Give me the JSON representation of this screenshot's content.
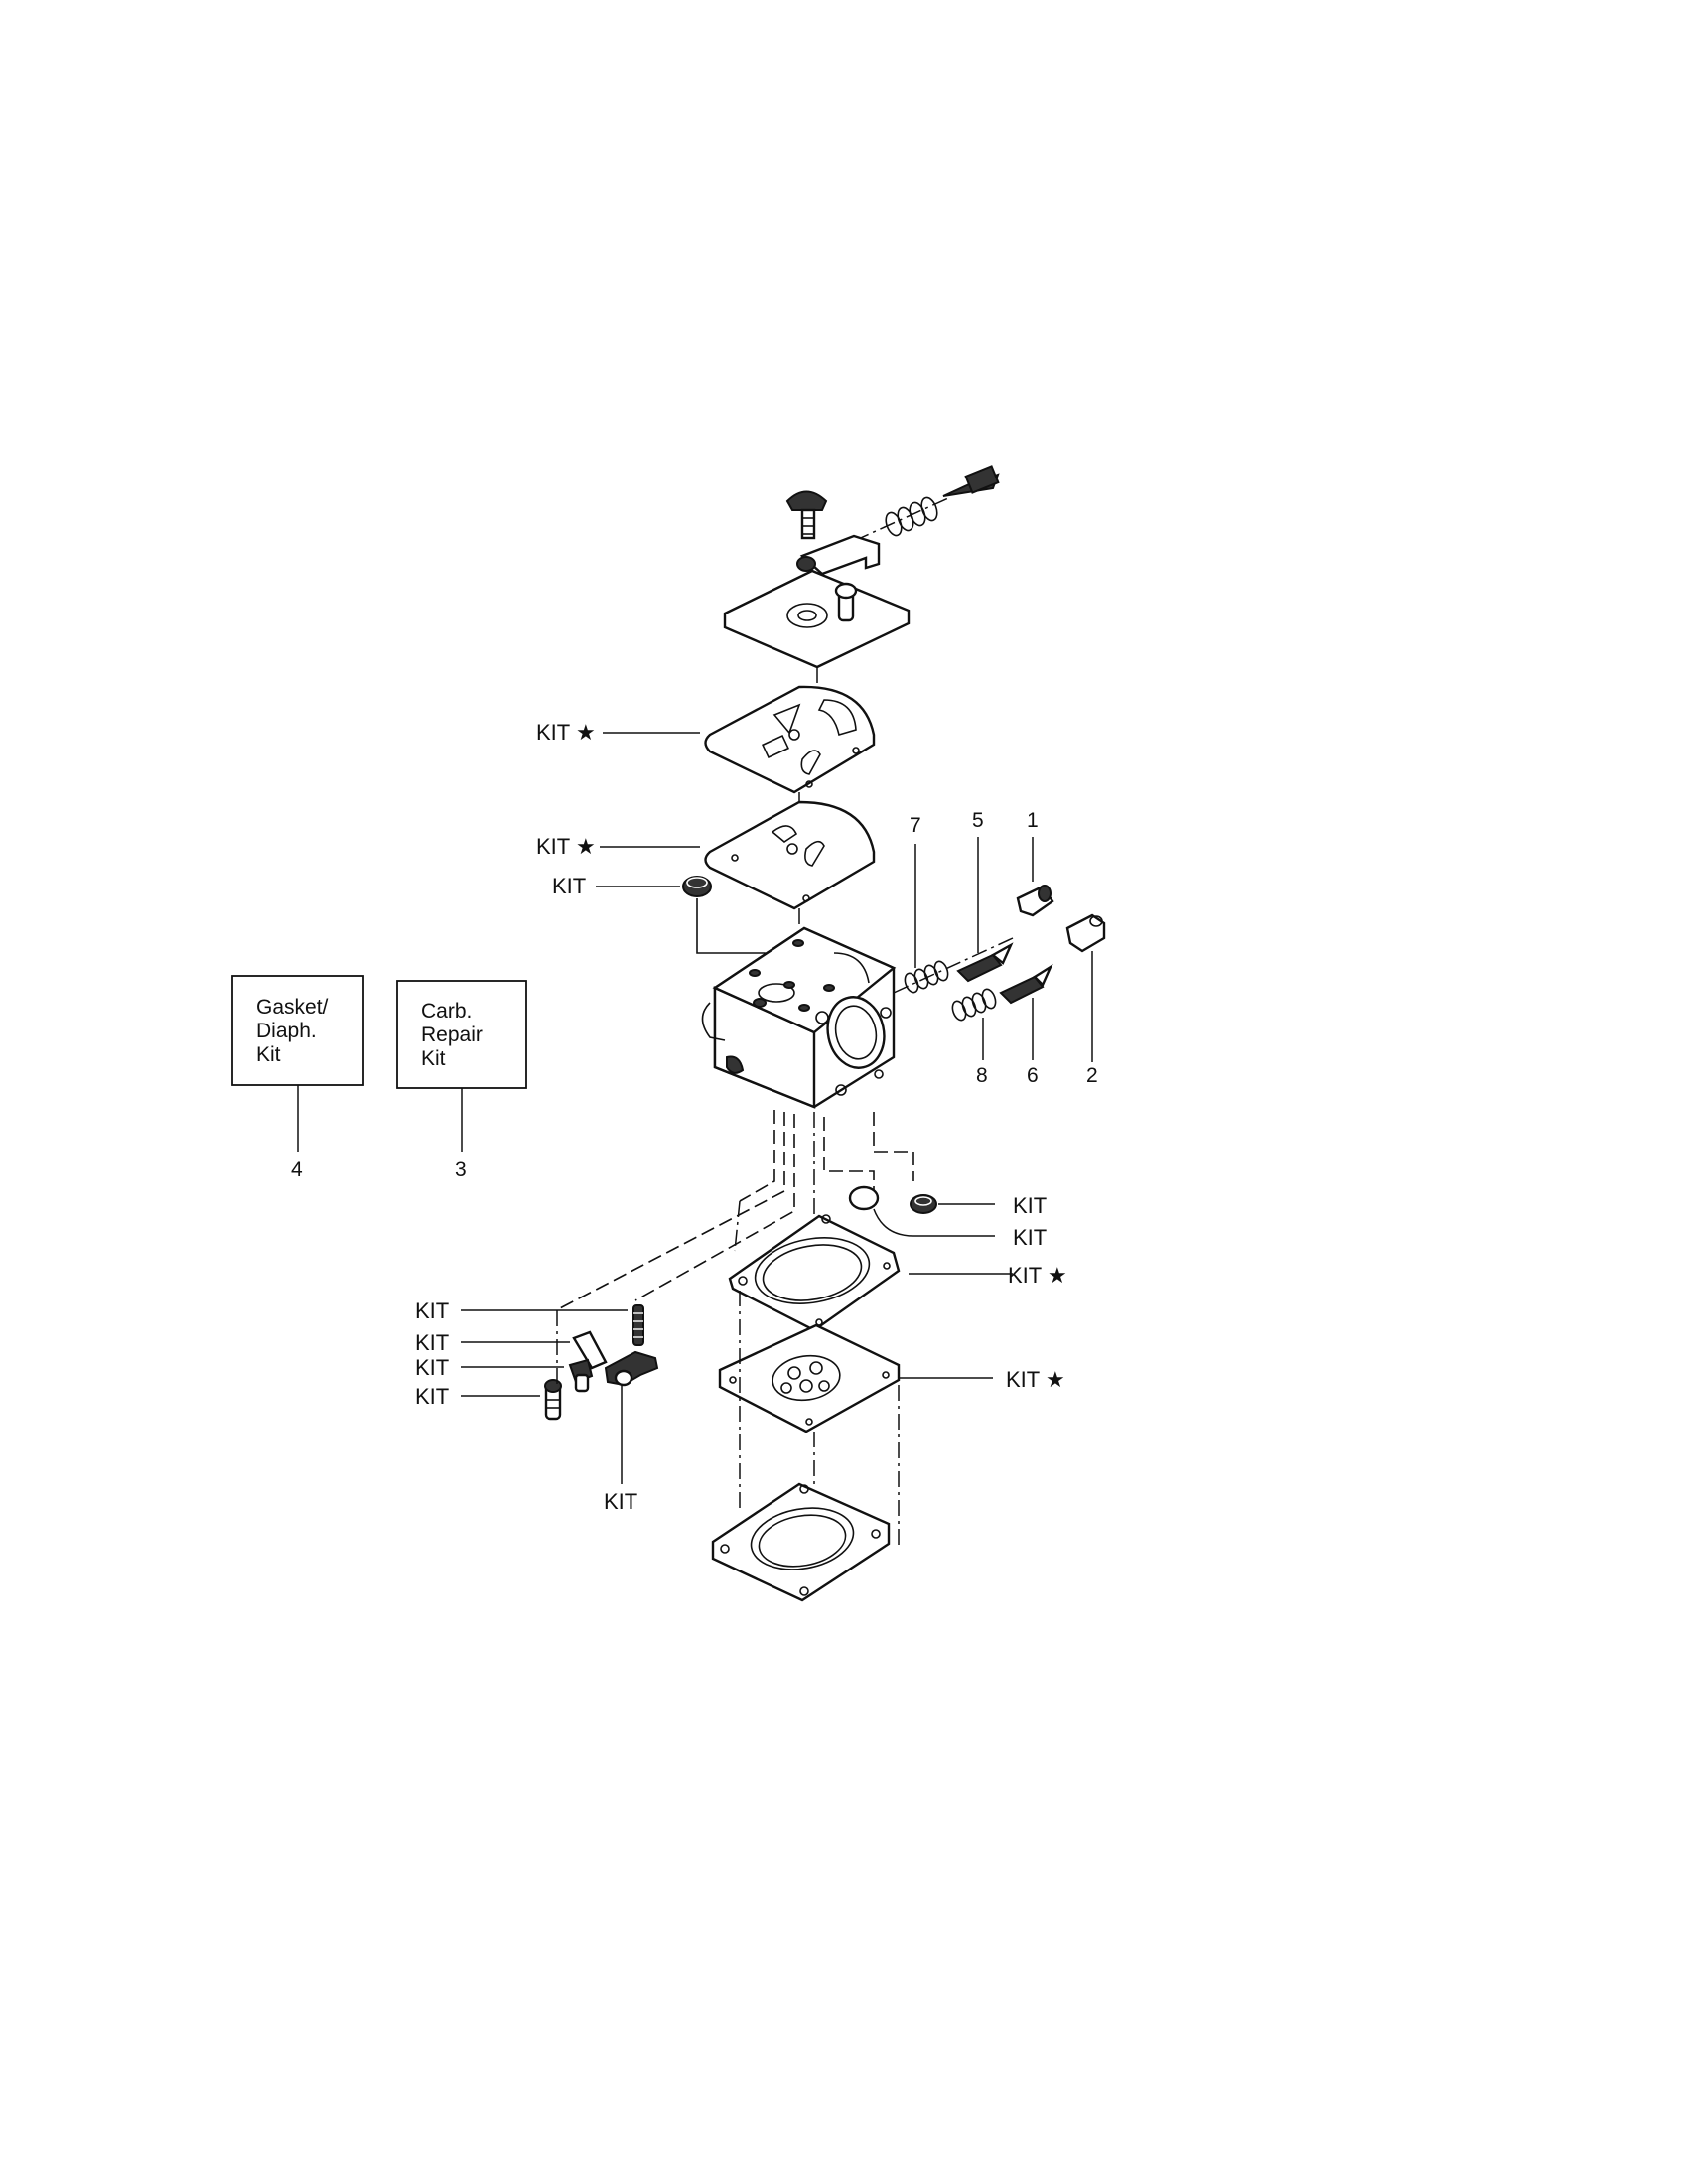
{
  "callouts": {
    "kit": "KIT",
    "kit_star": "KIT ★"
  },
  "parts": {
    "n1": "1",
    "n2": "2",
    "n3": "3",
    "n4": "4",
    "n5": "5",
    "n6": "6",
    "n7": "7",
    "n8": "8"
  },
  "kits": {
    "gasket": [
      "Gasket/",
      "Diaph.",
      "Kit"
    ],
    "repair": [
      "Carb.",
      "Repair",
      "Kit"
    ]
  }
}
